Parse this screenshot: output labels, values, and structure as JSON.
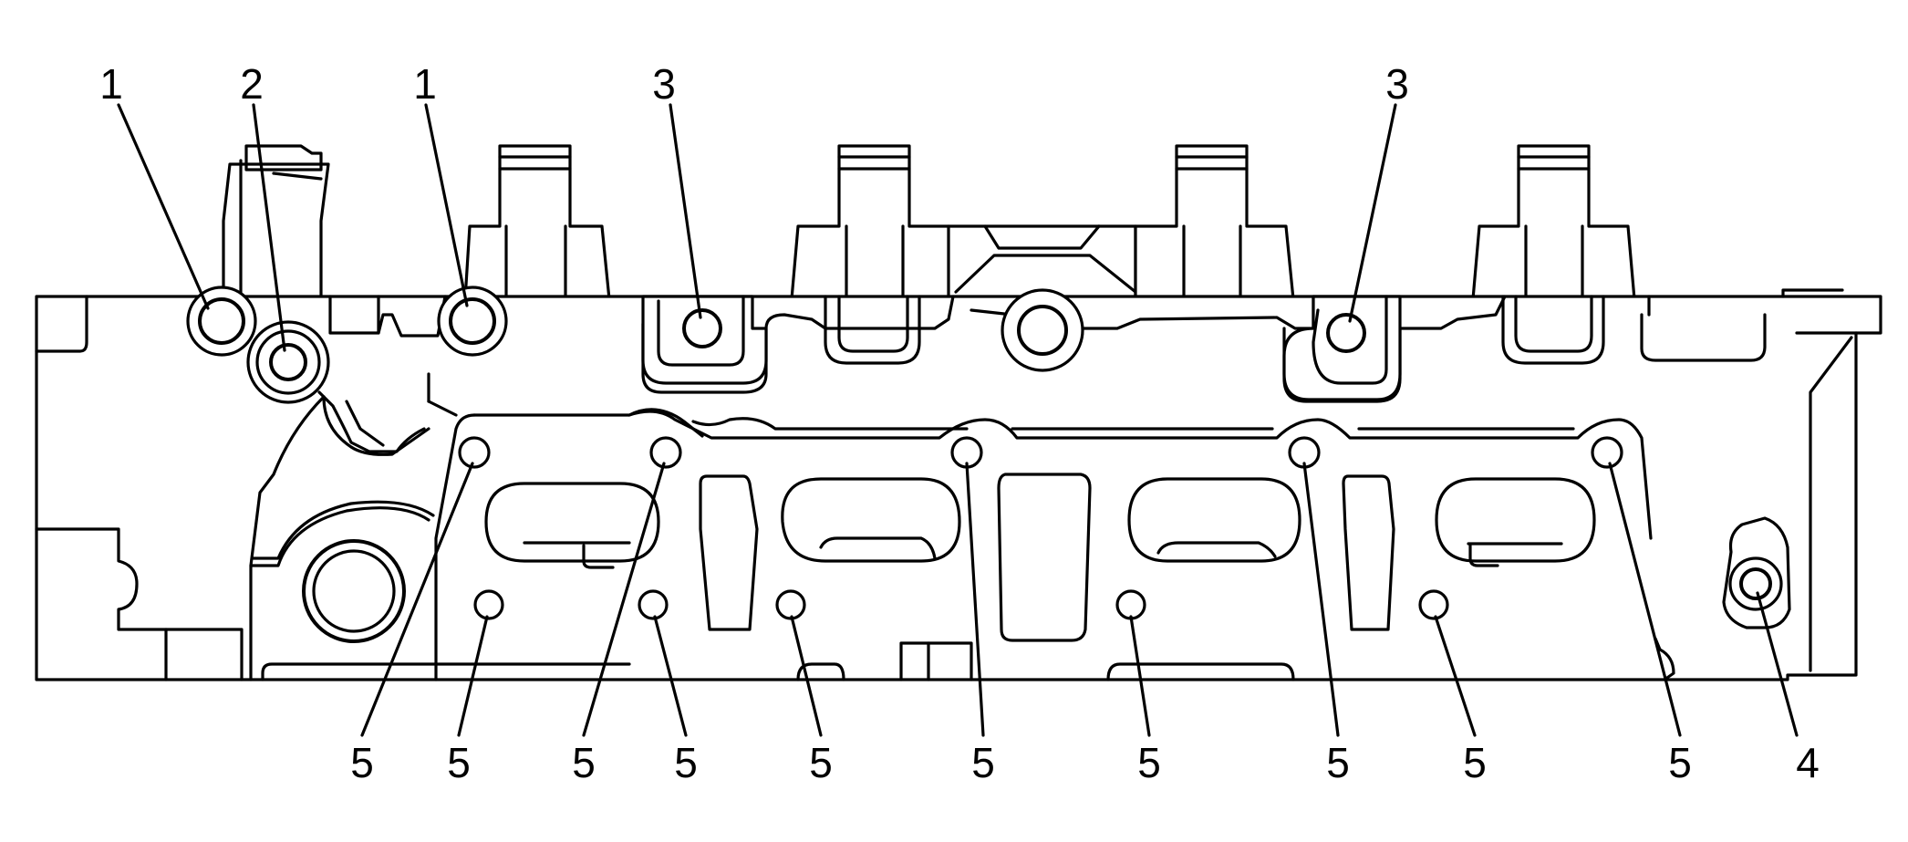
{
  "callouts": {
    "c1a": "1",
    "c2": "2",
    "c1b": "1",
    "c3a": "3",
    "c3b": "3",
    "c5_01": "5",
    "c5_02": "5",
    "c5_03": "5",
    "c5_04": "5",
    "c5_05": "5",
    "c5_06": "5",
    "c5_07": "5",
    "c5_08": "5",
    "c5_09": "5",
    "c5_10": "5",
    "c4": "4"
  },
  "colors": {
    "ink": "#000000",
    "background": "#ffffff"
  }
}
